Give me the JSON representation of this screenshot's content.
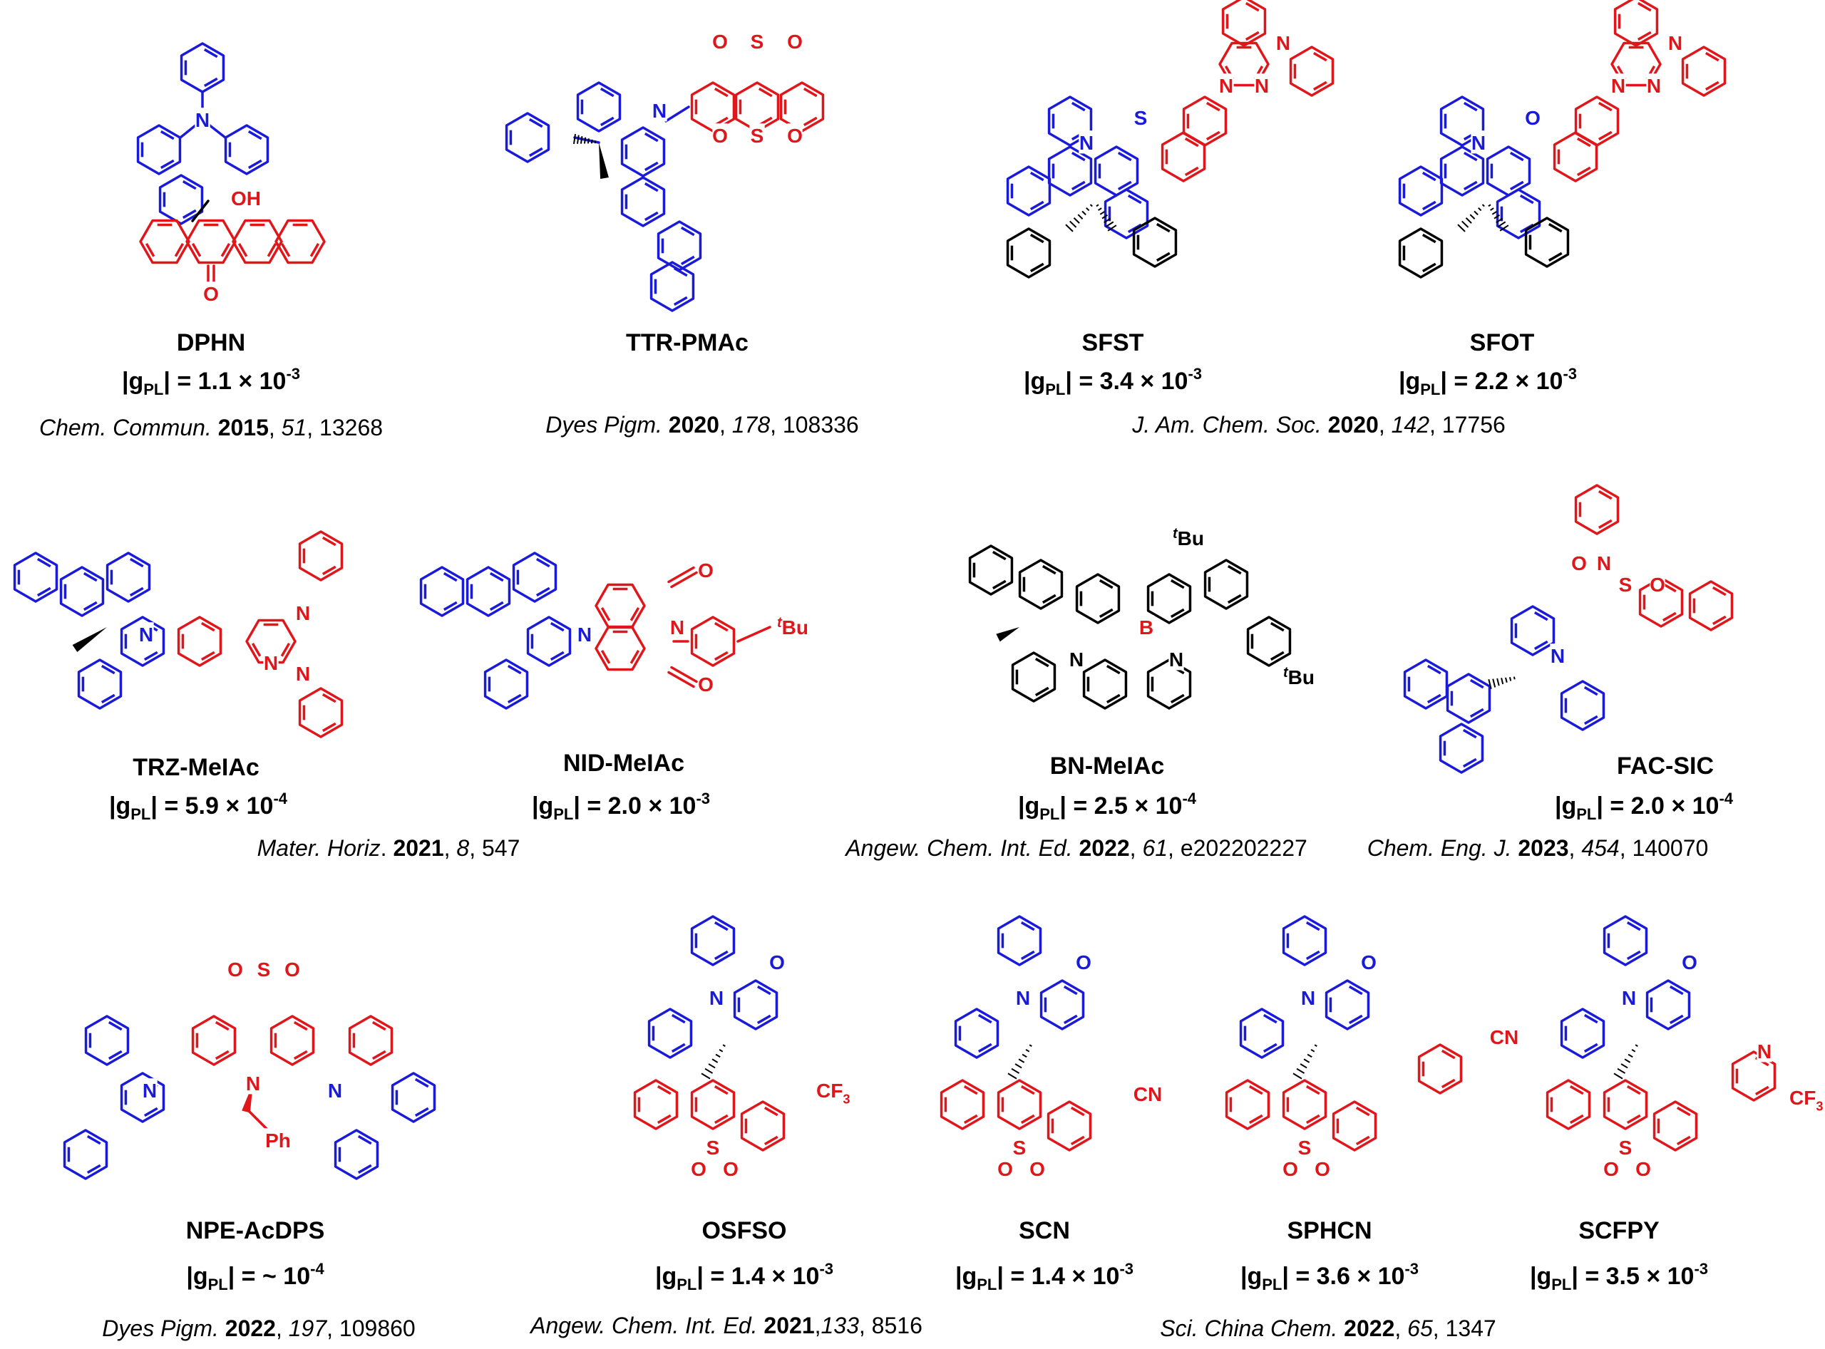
{
  "colors": {
    "donor": "#1a1adb",
    "acceptor": "#e0161b",
    "neutral": "#000000"
  },
  "compounds": [
    {
      "name": "DPHN",
      "g_prefix": "|g",
      "g_sub": "PL",
      "g_mid": "| = 1.1 × 10",
      "g_exp": "-3"
    },
    {
      "name": "TTR-PMAc"
    },
    {
      "name": "SFST",
      "g_prefix": "|g",
      "g_sub": "PL",
      "g_mid": "| = 3.4 × 10",
      "g_exp": "-3"
    },
    {
      "name": "SFOT",
      "g_prefix": "|g",
      "g_sub": "PL",
      "g_mid": "| = 2.2 × 10",
      "g_exp": "-3"
    },
    {
      "name": "TRZ-MeIAc",
      "g_prefix": "|g",
      "g_sub": "PL",
      "g_mid": "| = 5.9 × 10",
      "g_exp": "-4"
    },
    {
      "name": "NID-MeIAc",
      "g_prefix": "|g",
      "g_sub": "PL",
      "g_mid": "| = 2.0 × 10",
      "g_exp": "-3"
    },
    {
      "name": "BN-MeIAc",
      "g_prefix": "|g",
      "g_sub": "PL",
      "g_mid": "| = 2.5 × 10",
      "g_exp": "-4"
    },
    {
      "name": "FAC-SIC",
      "g_prefix": "|g",
      "g_sub": "PL",
      "g_mid": "| = 2.0 × 10",
      "g_exp": "-4"
    },
    {
      "name": "NPE-AcDPS",
      "g_prefix": "|g",
      "g_sub": "PL",
      "g_mid": "| = ~ 10",
      "g_exp": "-4"
    },
    {
      "name": "OSFSO",
      "g_prefix": "|g",
      "g_sub": "PL",
      "g_mid": "| = 1.4 × 10",
      "g_exp": "-3"
    },
    {
      "name": "SCN",
      "g_prefix": "|g",
      "g_sub": "PL",
      "g_mid": "| = 1.4 × 10",
      "g_exp": "-3"
    },
    {
      "name": "SPHCN",
      "g_prefix": "|g",
      "g_sub": "PL",
      "g_mid": "| = 3.6 × 10",
      "g_exp": "-3"
    },
    {
      "name": "SCFPY",
      "g_prefix": "|g",
      "g_sub": "PL",
      "g_mid": "| = 3.5 × 10",
      "g_exp": "-3"
    }
  ],
  "references": [
    {
      "journal": "Chem. Commun.",
      "year": "2015",
      "volume": "51",
      "page": ", 13268"
    },
    {
      "journal": "Dyes Pigm.",
      "year": "2020",
      "volume": "178",
      "page": ", 108336"
    },
    {
      "journal": "J. Am. Chem. Soc.",
      "year": "2020",
      "volume": "142",
      "page": ", 17756"
    },
    {
      "journal": "Mater. Horiz",
      "year": "2021",
      "volume": "8",
      "page": ", 547"
    },
    {
      "journal": "Angew. Chem. Int. Ed.",
      "year": "2022",
      "volume": "61",
      "page": ", e202202227"
    },
    {
      "journal": "Chem. Eng. J.",
      "year": "2023",
      "volume": "454",
      "page": ", 140070"
    },
    {
      "journal": "Dyes Pigm.",
      "year": "2022",
      "volume": "197",
      "page": ", 109860"
    },
    {
      "journal": "Angew. Chem. Int. Ed.",
      "year": "2021",
      "volume": "133",
      "page": ", 8516"
    },
    {
      "journal": "Sci. China Chem.",
      "year": "2022",
      "volume": "65",
      "page": ", 1347"
    }
  ],
  "atom_labels": {
    "N": "N",
    "O": "O",
    "S": "S",
    "B": "B",
    "OH": "OH",
    "CF3": "CF",
    "CF3_sub": "3",
    "CN": "CN",
    "Ph": "Ph",
    "tBu_t": "t",
    "tBu": "Bu"
  }
}
